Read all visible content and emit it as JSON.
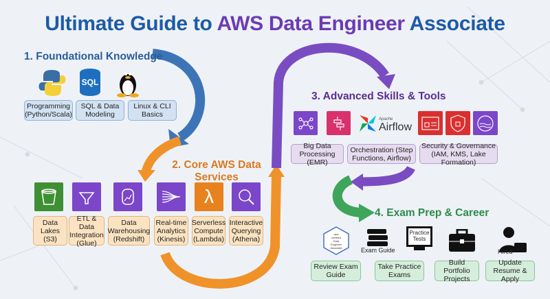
{
  "title": {
    "part1": "Ultimate Guide to ",
    "part2": "AWS Data Engineer",
    "part3": " Associate"
  },
  "colors": {
    "blue": "#1e5aa6",
    "purple": "#6b3bb3",
    "orange": "#f0922a",
    "green": "#3ea55a"
  },
  "sections": [
    {
      "heading": "1. Foundational Knowledge",
      "icons": [
        "python-icon",
        "sql-database-icon",
        "linux-penguin-icon"
      ],
      "sql_icon_text": "SQL",
      "items": [
        "Programming (Python/Scala)",
        "SQL & Data Modeling",
        "Linux & CLI Basics"
      ]
    },
    {
      "heading_line1": "2. Core AWS Data",
      "heading_line2": "Services",
      "icons": [
        "s3-bucket-icon",
        "glue-funnel-icon",
        "redshift-icon",
        "kinesis-icon",
        "lambda-icon",
        "athena-icon"
      ],
      "items": [
        "Data Lakes (S3)",
        "ETL & Data Integration (Glue)",
        "Data Warehousing (Redshift)",
        "Real-time Analytics (Kinesis)",
        "Serverless Compute (Lambda)",
        "Interactive Querying (Athena)"
      ]
    },
    {
      "heading": "3. Advanced Skills & Tools",
      "icons": [
        "emr-icon",
        "step-functions-icon",
        "airflow-icon",
        "iam-icon",
        "kms-shield-icon",
        "lake-formation-icon"
      ],
      "airflow_small": "Apache",
      "airflow_big": "Airflow",
      "items": [
        "Big Data Processing (EMR)",
        "Orchestration (Step Functions, Airflow)",
        "Security & Governance (IAM, KMS, Lake Formation)"
      ]
    },
    {
      "heading": "4. Exam Prep & Career",
      "icons": [
        "certification-badge-icon",
        "books-icon",
        "monitor-icon",
        "briefcase-icon",
        "hired-person-icon"
      ],
      "badge_lines": [
        "aws",
        "certified",
        "Data",
        "Engineer",
        "Associate"
      ],
      "exam_guide_label": "Exam Guide",
      "practice_tests_label": "Practice Tests",
      "hired_label": "Hired",
      "items": [
        "Review Exam Guide",
        "Take Practice Exams",
        "Build Portfolio Projects",
        "Update Resume & Apply"
      ]
    }
  ]
}
